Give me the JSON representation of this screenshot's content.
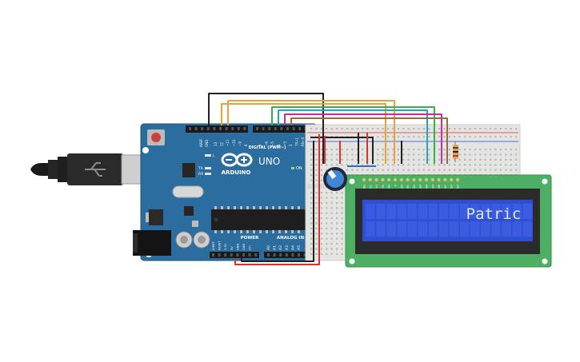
{
  "board": {
    "brand": "ARDUINO",
    "model": "UNO",
    "on_label": "ON",
    "digital_label": "DIGITAL (PWM~)",
    "power_label": "POWER",
    "analog_label": "ANALOG IN",
    "l_label": "L",
    "tx_label": "TX",
    "rx_label": "RX",
    "aref_label": "AREF",
    "gnd_label": "GND",
    "digital_pins": [
      "13",
      "12",
      "~11",
      "~10",
      "~9",
      "8",
      "7",
      "~6",
      "~5",
      "4",
      "~3",
      "2",
      "TX→1",
      "RX←0"
    ],
    "power_pins": [
      "IOREF",
      "RESET",
      "3.3V",
      "5V",
      "GND",
      "GND",
      "Vin"
    ],
    "analog_pins": [
      "A0",
      "A1",
      "A2",
      "A3",
      "A4",
      "A5"
    ]
  },
  "lcd": {
    "text": "Patric",
    "pin_labels": [
      "GND",
      "VCC",
      "V0",
      "RS",
      "RW",
      "E",
      "DB0",
      "DB1",
      "DB2",
      "DB3",
      "DB4",
      "DB5",
      "DB6",
      "DB7",
      "LED",
      "LED"
    ]
  },
  "colors": {
    "board": "#2b6d9e",
    "breadboard": "#e4e4e2",
    "lcd_pcb": "#4caf63",
    "lcd_screen": "#2f4fd0",
    "lcd_text": "#dfe7ff",
    "wire_black": "#222222",
    "wire_orange": "#e8a23a",
    "wire_green": "#3ab04a",
    "wire_cyan": "#1ea7b8",
    "wire_magenta": "#c52f9a",
    "wire_brown": "#9a6a3b",
    "wire_red": "#d9312b"
  }
}
